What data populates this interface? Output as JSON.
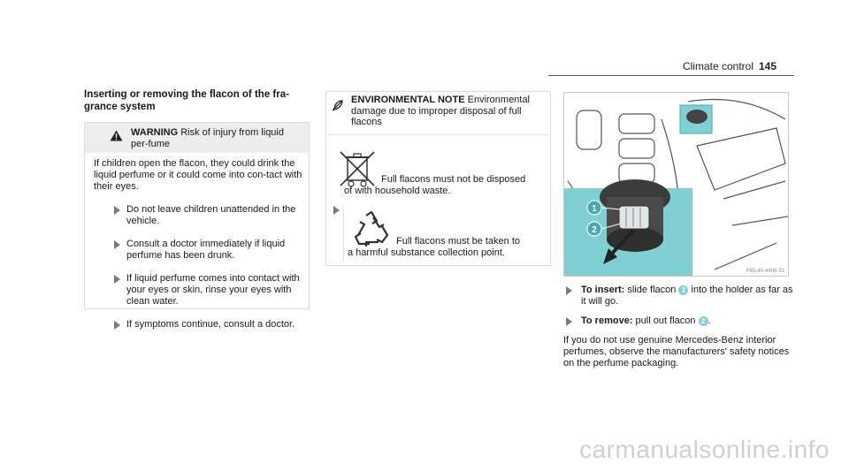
{
  "header": {
    "section": "Climate control",
    "page": "145"
  },
  "left": {
    "heading": "Inserting or removing the flacon of the fra-grance system",
    "warning": {
      "label": "WARNING",
      "title": "Risk of injury from liquid per-fume",
      "intro": "If children open the flacon, they could drink the liquid perfume or it could come into con-tact with their eyes.",
      "bullets": [
        "Do not leave children unattended in the vehicle.",
        "Consult a doctor immediately if liquid perfume has been drunk.",
        "If liquid perfume comes into contact with your eyes or skin, rinse your eyes with clean water.",
        "If symptoms continue, consult a doctor."
      ]
    }
  },
  "middle": {
    "env_label": "ENVIRONMENTAL NOTE",
    "env_title": "Environmental damage due to improper disposal of full flacons",
    "bin_text_1": "Full flacons must not be disposed",
    "bin_text_2": "of with household waste.",
    "recycle_text_1": "Full flacons must be taken to",
    "recycle_text_2": "a harmful substance collection point."
  },
  "right": {
    "illustration_code": "P83.40-4406-31",
    "callouts": [
      "1",
      "2"
    ],
    "step1_label": "To insert:",
    "step1_pre": "slide flacon",
    "step1_badge": "2",
    "step1_post": "into the holder as far as it will go.",
    "step2_label": "To remove:",
    "step2_pre": "pull out flacon",
    "step2_badge": "2",
    "step2_post": ".",
    "note": "If you do not use genuine Mercedes-Benz interior perfumes, observe the manufacturers' safety notices on the perfume packaging."
  },
  "watermark": "carmanualsonline.info",
  "colors": {
    "accent": "#7fcfd3",
    "box_bg": "#ededed",
    "border": "#dcdcdc"
  }
}
